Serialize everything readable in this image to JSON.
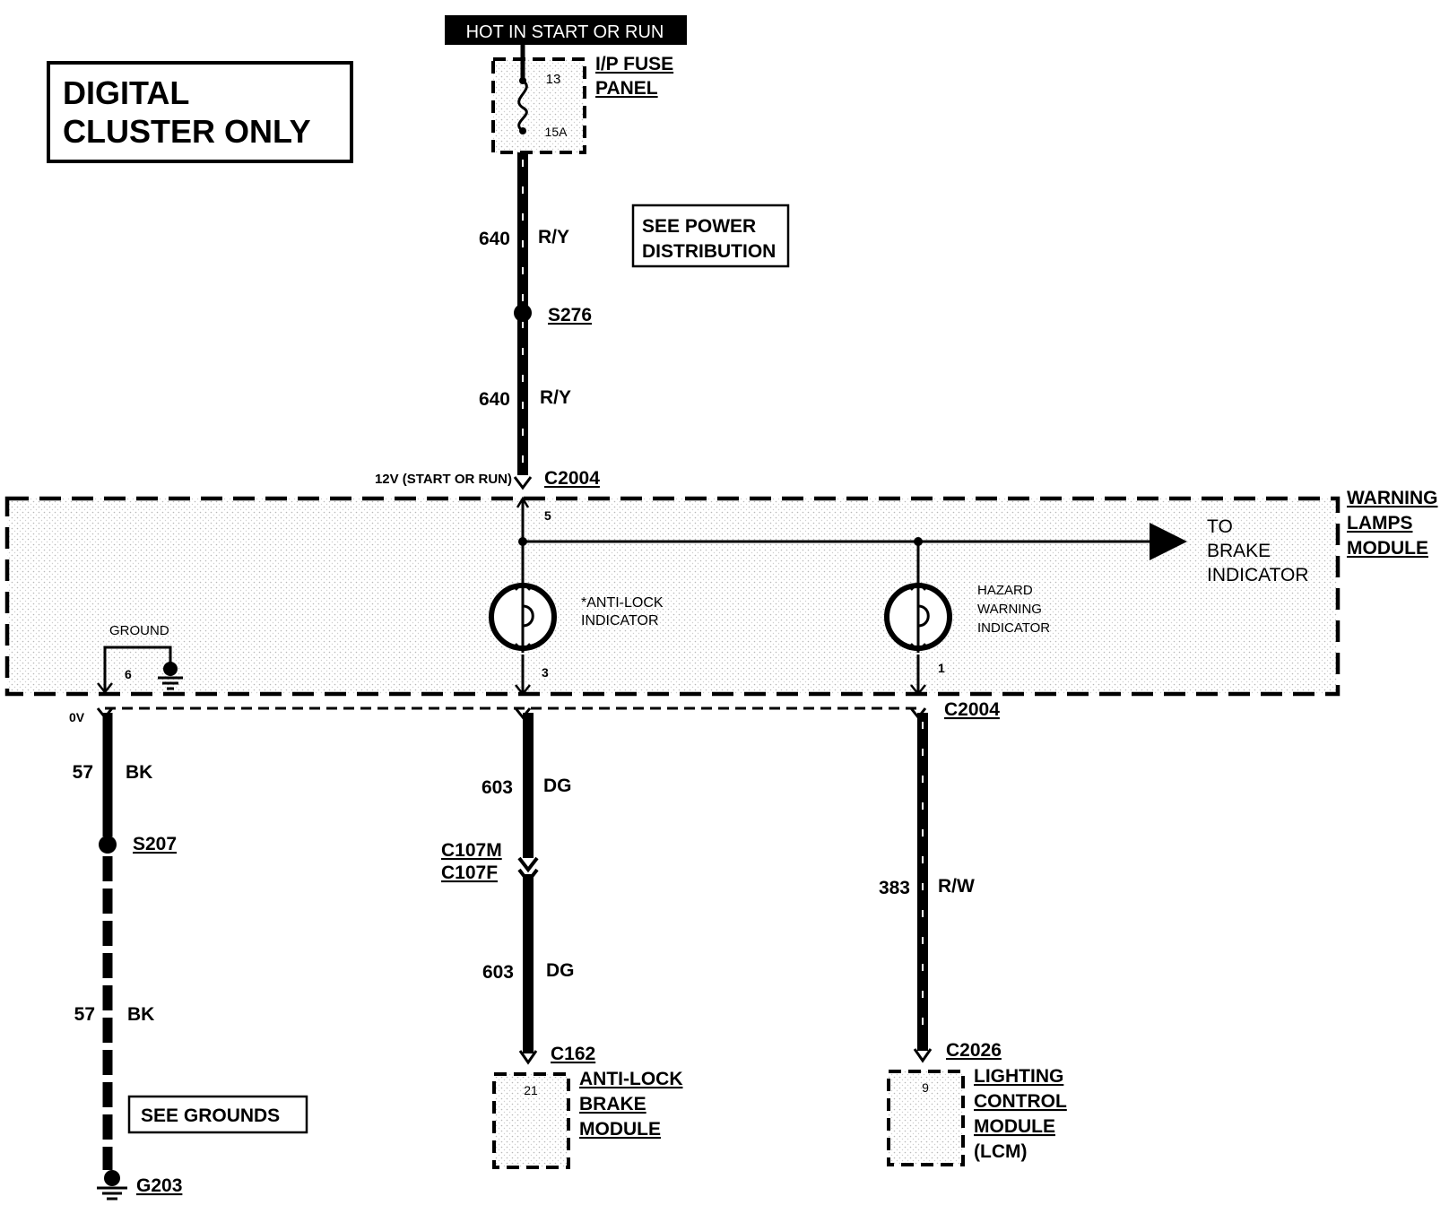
{
  "title_box": {
    "line1": "DIGITAL",
    "line2": "CLUSTER ONLY"
  },
  "power_source": "HOT IN START OR RUN",
  "fuse_panel": {
    "label1": "I/P FUSE",
    "label2": "PANEL",
    "fuse_number": "13",
    "rating": "15A"
  },
  "see_power": {
    "line1": "SEE POWER",
    "line2": "DISTRIBUTION"
  },
  "wire_top_1": {
    "circuit": "640",
    "color": "R/Y"
  },
  "splice_top": "S276",
  "wire_top_2": {
    "circuit": "640",
    "color": "R/Y"
  },
  "voltage_label": "12V (START OR RUN)",
  "connector_top": "C2004",
  "module": {
    "line1": "WARNING",
    "line2": "LAMPS",
    "line3": "MODULE"
  },
  "to_brake": {
    "line1": "TO",
    "line2": "BRAKE",
    "line3": "INDICATOR"
  },
  "pins": {
    "p5": "5",
    "p3": "3",
    "p1": "1",
    "p6": "6"
  },
  "antilock_indicator": {
    "line1": "*ANTI-LOCK",
    "line2": "INDICATOR"
  },
  "hazard_indicator": {
    "line1": "HAZARD",
    "line2": "WARNING",
    "line3": "INDICATOR"
  },
  "ground_label": "GROUND",
  "zero_v": "0V",
  "connector_bottom": "C2004",
  "wire_57_1": {
    "circuit": "57",
    "color": "BK"
  },
  "splice_bottom": "S207",
  "wire_57_2": {
    "circuit": "57",
    "color": "BK"
  },
  "see_grounds": "SEE GROUNDS",
  "ground_point": "G203",
  "wire_603_1": {
    "circuit": "603",
    "color": "DG"
  },
  "inline_conn": {
    "male": "C107M",
    "female": "C107F"
  },
  "wire_603_2": {
    "circuit": "603",
    "color": "DG"
  },
  "conn_abs": "C162",
  "abs_pin": "21",
  "abs_module": {
    "line1": "ANTI-LOCK",
    "line2": "BRAKE",
    "line3": "MODULE"
  },
  "wire_383": {
    "circuit": "383",
    "color": "R/W"
  },
  "conn_lcm": "C2026",
  "lcm_pin": "9",
  "lcm_module": {
    "line1": "LIGHTING",
    "line2": "CONTROL",
    "line3": "MODULE",
    "line4": "(LCM)"
  }
}
